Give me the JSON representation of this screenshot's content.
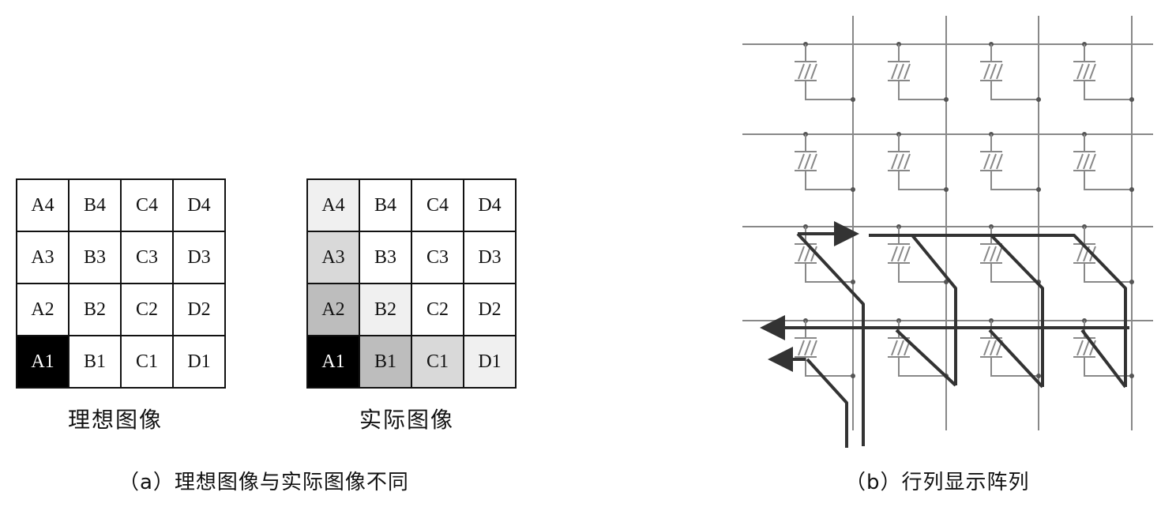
{
  "ideal": {
    "title": "理想图像",
    "rows": [
      [
        {
          "t": "A4",
          "shade": "#ffffff"
        },
        {
          "t": "B4",
          "shade": "#ffffff"
        },
        {
          "t": "C4",
          "shade": "#ffffff"
        },
        {
          "t": "D4",
          "shade": "#ffffff"
        }
      ],
      [
        {
          "t": "A3",
          "shade": "#ffffff"
        },
        {
          "t": "B3",
          "shade": "#ffffff"
        },
        {
          "t": "C3",
          "shade": "#ffffff"
        },
        {
          "t": "D3",
          "shade": "#ffffff"
        }
      ],
      [
        {
          "t": "A2",
          "shade": "#ffffff"
        },
        {
          "t": "B2",
          "shade": "#ffffff"
        },
        {
          "t": "C2",
          "shade": "#ffffff"
        },
        {
          "t": "D2",
          "shade": "#ffffff"
        }
      ],
      [
        {
          "t": "A1",
          "shade": "#000000"
        },
        {
          "t": "B1",
          "shade": "#ffffff"
        },
        {
          "t": "C1",
          "shade": "#ffffff"
        },
        {
          "t": "D1",
          "shade": "#ffffff"
        }
      ]
    ]
  },
  "actual": {
    "title": "实际图像",
    "rows": [
      [
        {
          "t": "A4",
          "shade": "#f0f0f0"
        },
        {
          "t": "B4",
          "shade": "#ffffff"
        },
        {
          "t": "C4",
          "shade": "#ffffff"
        },
        {
          "t": "D4",
          "shade": "#ffffff"
        }
      ],
      [
        {
          "t": "A3",
          "shade": "#d9d9d9"
        },
        {
          "t": "B3",
          "shade": "#ffffff"
        },
        {
          "t": "C3",
          "shade": "#ffffff"
        },
        {
          "t": "D3",
          "shade": "#ffffff"
        }
      ],
      [
        {
          "t": "A2",
          "shade": "#bdbdbd"
        },
        {
          "t": "B2",
          "shade": "#f0f0f0"
        },
        {
          "t": "C2",
          "shade": "#ffffff"
        },
        {
          "t": "D2",
          "shade": "#ffffff"
        }
      ],
      [
        {
          "t": "A1",
          "shade": "#000000"
        },
        {
          "t": "B1",
          "shade": "#bdbdbd"
        },
        {
          "t": "C1",
          "shade": "#d9d9d9"
        },
        {
          "t": "D1",
          "shade": "#f0f0f0"
        }
      ]
    ]
  },
  "captions": {
    "a": "（a）理想图像与实际图像不同",
    "b": "（b）行列显示阵列"
  },
  "colors": {
    "grid_line": "#888888",
    "path": "#333333",
    "cell_border": "#111111"
  }
}
